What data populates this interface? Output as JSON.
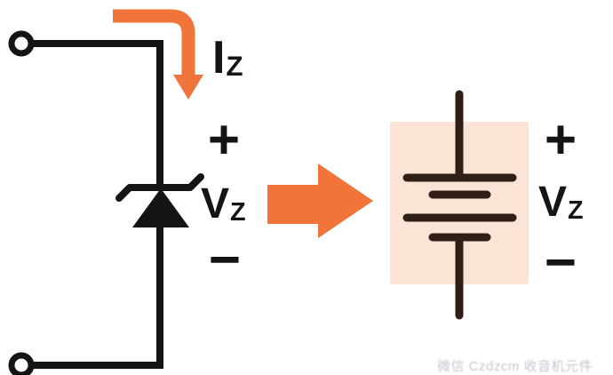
{
  "colors": {
    "accent": "#f1743b",
    "highlight": "#fbe3d5",
    "line": "#141414",
    "battery": "#301f16",
    "watermark": "#aeb3bd",
    "background": "#ffffff"
  },
  "left_circuit": {
    "current_label": {
      "main": "I",
      "sub": "Z"
    },
    "plus": "+",
    "voltage_label": {
      "main": "V",
      "sub": "Z"
    },
    "minus": "−"
  },
  "equivalent_circuit": {
    "plus": "+",
    "voltage_label": {
      "main": "V",
      "sub": "Z"
    },
    "minus": "−"
  },
  "watermark_text": "微信 Czdzcm 收音机元件",
  "icons": {
    "current_direction_arrow": "orange-bent-down-arrow",
    "equivalence_arrow": "orange-right-arrow",
    "zener_diode": "zener-diode-symbol",
    "battery": "multi-cell-battery-symbol",
    "terminal": "open-circle-terminal"
  }
}
